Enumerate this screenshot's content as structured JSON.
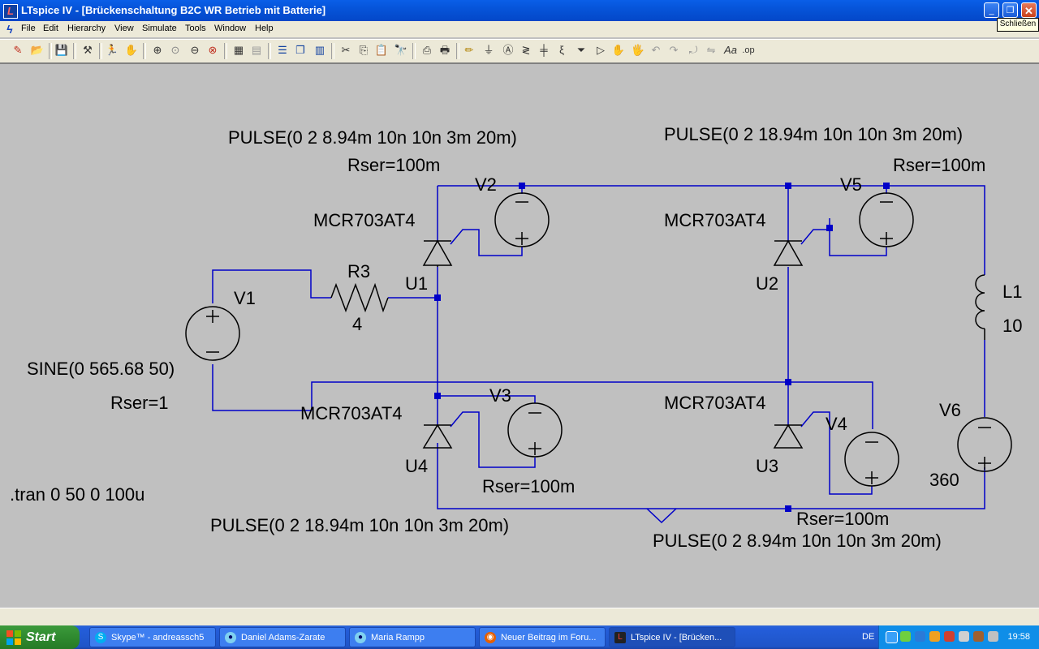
{
  "window": {
    "title": "LTspice IV - [Brückenschaltung B2C WR Betrieb mit Batterie]",
    "tooltip": "Schließen",
    "minimize_glyph": "_",
    "restore_glyph": "❐",
    "close_glyph": "✕"
  },
  "menu": {
    "items": [
      "File",
      "Edit",
      "Hierarchy",
      "View",
      "Simulate",
      "Tools",
      "Window",
      "Help"
    ]
  },
  "schematic": {
    "labels": {
      "pulse_v2": "PULSE(0 2 8.94m 10n 10n 3m 20m)",
      "rser_v2": "Rser=100m",
      "v2": "V2",
      "mcr_u1": "MCR703AT4",
      "u1": "U1",
      "pulse_v5": "PULSE(0 2 18.94m 10n 10n 3m 20m)",
      "rser_v5": "Rser=100m",
      "v5": "V5",
      "mcr_u2": "MCR703AT4",
      "u2": "U2",
      "r3": "R3",
      "r3_val": "4",
      "v1": "V1",
      "sine": "SINE(0 565.68 50)",
      "rser_v1": "Rser=1",
      "l1": "L1",
      "l1_val": "10",
      "mcr_u4": "MCR703AT4",
      "v3": "V3",
      "u4": "U4",
      "rser_v3": "Rser=100m",
      "mcr_u3": "MCR703AT4",
      "v4": "V4",
      "u3": "U3",
      "v6": "V6",
      "v6_val": "360",
      "tran": ".tran 0 50 0 100u",
      "pulse_v3": "PULSE(0 2 18.94m 10n 10n 3m 20m)",
      "rser_v4": "Rser=100m",
      "pulse_v4": "PULSE(0 2 8.94m 10n 10n 3m 20m)"
    }
  },
  "taskbar": {
    "start": "Start",
    "tasks": [
      "Skype™ - andreassch5",
      "Daniel Adams-Zarate",
      "Maria Rampp",
      "Neuer Beitrag im Foru...",
      "LTspice IV - [Brücken..."
    ],
    "lang": "DE",
    "clock": "19:58"
  }
}
